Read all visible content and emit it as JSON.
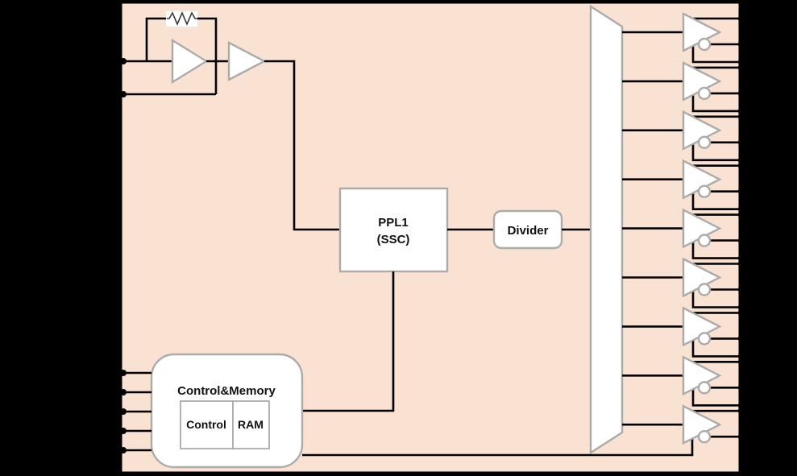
{
  "colors": {
    "background": "#000000",
    "chip_fill": "#F9E2D1",
    "wire": "#000000",
    "component_fill": "#FFFFFF",
    "component_border": "#ABABAB",
    "text": "#111111"
  },
  "blocks": {
    "pll": {
      "line1": "PPL1",
      "line2": "(SSC)"
    },
    "divider": {
      "label": "Divider"
    },
    "control_memory": {
      "label": "Control&Memory",
      "sub_blocks": [
        {
          "label": "Control"
        },
        {
          "label": "RAM"
        }
      ],
      "input_pin_count": 5
    }
  },
  "oscillator": {
    "crystal_pin_count": 2,
    "amplifier_count": 2,
    "has_feedback_resistor": true
  },
  "output_stage": {
    "buffer_count": 9,
    "has_inverting_bubble_output": true,
    "stubs_per_buffer": 3
  }
}
